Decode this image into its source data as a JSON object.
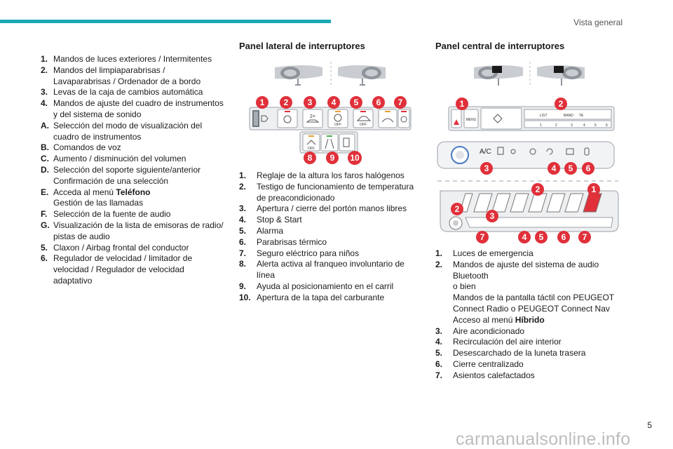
{
  "header": {
    "section_title": "Vista general",
    "page_number": "5"
  },
  "watermark": "carmanualsonline.info",
  "left_list": [
    {
      "key": "1.",
      "lines": [
        "Mandos de luces exteriores / Intermitentes"
      ]
    },
    {
      "key": "2.",
      "lines": [
        "Mandos del limpiaparabrisas /",
        "Lavaparabrisas / Ordenador de a bordo"
      ]
    },
    {
      "key": "3.",
      "lines": [
        "Levas de la caja de cambios automática"
      ]
    },
    {
      "key": "4.",
      "lines": [
        "Mandos de ajuste del cuadro de instrumentos",
        "y del sistema de sonido"
      ]
    },
    {
      "key": "A.",
      "lines": [
        "Selección del modo de visualización del",
        "cuadro de instrumentos"
      ]
    },
    {
      "key": "B.",
      "lines": [
        "Comandos de voz"
      ]
    },
    {
      "key": "C.",
      "lines": [
        "Aumento / disminución del volumen"
      ]
    },
    {
      "key": "D.",
      "lines": [
        "Selección del soporte siguiente/anterior",
        "Confirmación de una selección"
      ]
    },
    {
      "key": "E.",
      "pre": "Acceda al menú ",
      "bold": "Teléfono",
      "lines2": [
        "Gestión de las llamadas"
      ]
    },
    {
      "key": "F.",
      "lines": [
        "Selección de la fuente de audio"
      ]
    },
    {
      "key": "G.",
      "lines": [
        "Visualización de la lista de emisoras de radio/",
        "pistas de audio"
      ]
    },
    {
      "key": "5.",
      "lines": [
        "Claxon / Airbag frontal del conductor"
      ]
    },
    {
      "key": "6.",
      "lines": [
        "Regulador de velocidad / limitador de",
        "velocidad / Regulador de velocidad",
        "adaptativo"
      ]
    }
  ],
  "middle": {
    "heading": "Panel lateral de interruptores",
    "badge_labels": [
      "1",
      "2",
      "3",
      "4",
      "5",
      "6",
      "7",
      "8",
      "9",
      "10"
    ],
    "switch_icon_text": {
      "eco": "2×",
      "off": "OFF"
    },
    "items": [
      {
        "key": "1.",
        "lines": [
          "Reglaje de la altura los faros halógenos"
        ]
      },
      {
        "key": "2.",
        "lines": [
          "Testigo de funcionamiento de temperatura",
          "de preacondicionado"
        ]
      },
      {
        "key": "3.",
        "lines": [
          "Apertura / cierre del portón manos libres"
        ]
      },
      {
        "key": "4.",
        "lines": [
          "Stop & Start"
        ]
      },
      {
        "key": "5.",
        "lines": [
          "Alarma"
        ]
      },
      {
        "key": "6.",
        "lines": [
          "Parabrisas térmico"
        ]
      },
      {
        "key": "7.",
        "lines": [
          "Seguro eléctrico para niños"
        ]
      },
      {
        "key": "8.",
        "lines": [
          "Alerta activa al franqueo involuntario de",
          "línea"
        ]
      },
      {
        "key": "9.",
        "lines": [
          "Ayuda al posicionamiento en el carril"
        ]
      },
      {
        "key": "10.",
        "lines": [
          "Apertura de la tapa del carburante"
        ]
      }
    ]
  },
  "right": {
    "heading": "Panel central de interruptores",
    "badge_labels": [
      "1",
      "2",
      "3",
      "4",
      "5",
      "6",
      "7"
    ],
    "panel_text": {
      "menu": "MENU",
      "list": "LIST",
      "band": "BAND",
      "ta": "TA",
      "ac": "A/C",
      "digits": [
        "1",
        "2",
        "3",
        "4",
        "5",
        "6"
      ]
    },
    "items": [
      {
        "key": "1.",
        "lines": [
          "Luces de emergencia"
        ]
      },
      {
        "key": "2.",
        "lines": [
          "Mandos de ajuste del sistema de audio",
          "Bluetooth",
          "o bien",
          "Mandos de la pantalla táctil con PEUGEOT",
          "Connect Radio o PEUGEOT Connect Nav"
        ],
        "pre": "Acceso al menú ",
        "bold": "Híbrido"
      },
      {
        "key": "3.",
        "lines": [
          "Aire acondicionado"
        ]
      },
      {
        "key": "4.",
        "lines": [
          "Recirculación del aire interior"
        ]
      },
      {
        "key": "5.",
        "lines": [
          "Desescarchado de la luneta trasera"
        ]
      },
      {
        "key": "6.",
        "lines": [
          "Cierre centralizado"
        ]
      },
      {
        "key": "7.",
        "lines": [
          "Asientos calefactados"
        ]
      }
    ]
  },
  "colors": {
    "accent": "#1aa9b4",
    "badge": "#e0303a"
  }
}
